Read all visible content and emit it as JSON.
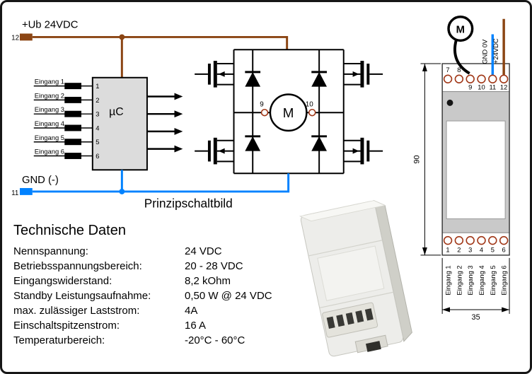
{
  "colors": {
    "supply_wire": "#8B4513",
    "gnd_wire": "#0082FF",
    "terminal_ring": "#A03616",
    "mcu_fill": "#DCDCDC"
  },
  "schematic": {
    "supply_label": "+Ub 24VDC",
    "supply_terminal": "12",
    "gnd_label": "GND (-)",
    "gnd_terminal": "11",
    "mcu_label": "µC",
    "motor_label": "M",
    "motor_terminal_left": "9",
    "motor_terminal_right": "10",
    "caption": "Prinzipschaltbild",
    "inputs": [
      {
        "label": "Eingang 1",
        "pin": "1"
      },
      {
        "label": "Eingang 2",
        "pin": "2"
      },
      {
        "label": "Eingang 3",
        "pin": "3"
      },
      {
        "label": "Eingang 4",
        "pin": "4"
      },
      {
        "label": "Eingang 5",
        "pin": "5"
      },
      {
        "label": "Eingang 6",
        "pin": "6"
      }
    ]
  },
  "tech_data": {
    "title": "Technische Daten",
    "rows": [
      {
        "label": "Nennspannung:",
        "value": "24 VDC"
      },
      {
        "label": "Betriebsspannungsbereich:",
        "value": "20 - 28 VDC"
      },
      {
        "label": "Eingangswiderstand:",
        "value": "8,2 kOhm"
      },
      {
        "label": "Standby Leistungsaufnahme:",
        "value": "0,50 W @ 24 VDC"
      },
      {
        "label": "max. zulässiger Laststrom:",
        "value": "4A"
      },
      {
        "label": "Einschaltspitzenstrom:",
        "value": "16 A"
      },
      {
        "label": "Temperaturbereich:",
        "value": "-20°C - 60°C"
      }
    ]
  },
  "dimension_drawing": {
    "motor_label": "M",
    "top_terminal_numbers": [
      "7",
      "8",
      "9",
      "10",
      "11",
      "12"
    ],
    "wire_label_gnd": "GND 0V",
    "wire_label_supply": "+24VDC",
    "height_mm": "90",
    "width_mm": "35",
    "bottom_terminal_numbers": [
      "1",
      "2",
      "3",
      "4",
      "5",
      "6"
    ],
    "input_labels": [
      "Eingang 1",
      "Eingang 2",
      "Eingang 3",
      "Eingang 4",
      "Eingang 5",
      "Eingang 6"
    ]
  }
}
